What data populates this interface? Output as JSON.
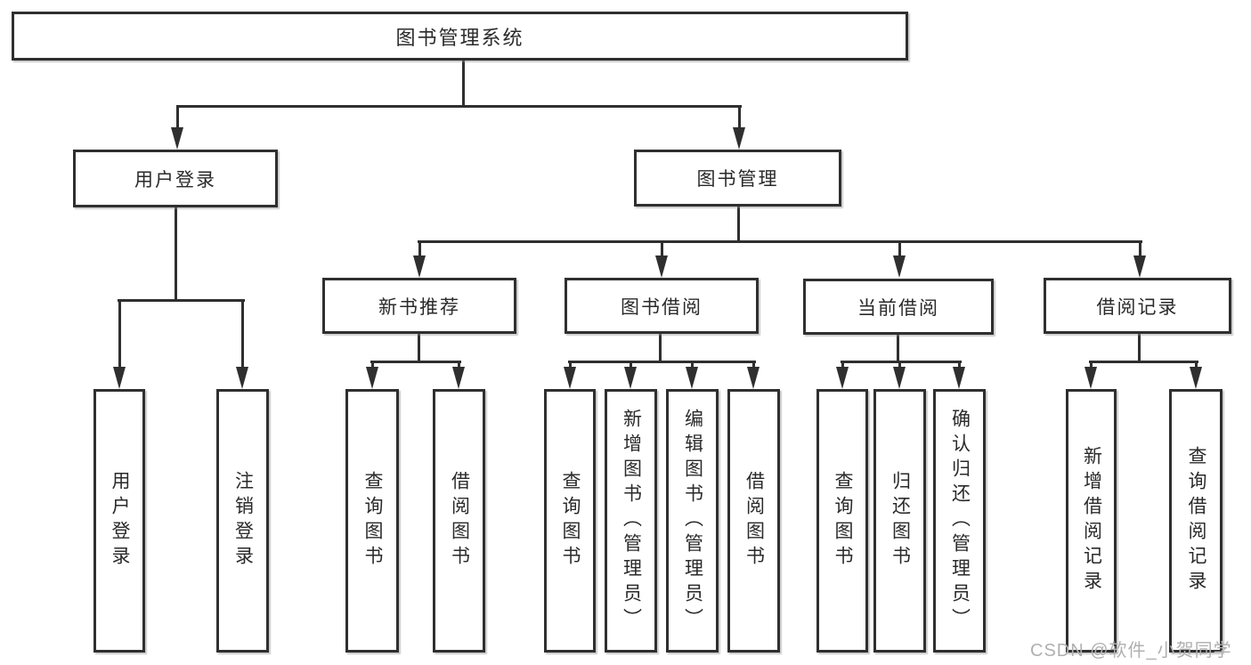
{
  "tree": {
    "root": {
      "label": "图书管理系统"
    },
    "branches": [
      {
        "label": "用户登录",
        "children": [
          {
            "label": "用户登录"
          },
          {
            "label": "注销登录"
          }
        ]
      },
      {
        "label": "图书管理",
        "children": [
          {
            "label": "新书推荐",
            "children": [
              {
                "label": "查询图书"
              },
              {
                "label": "借阅图书"
              }
            ]
          },
          {
            "label": "图书借阅",
            "children": [
              {
                "label": "查询图书"
              },
              {
                "label": "新增图书（管理员）"
              },
              {
                "label": "编辑图书（管理员）"
              },
              {
                "label": "借阅图书"
              }
            ]
          },
          {
            "label": "当前借阅",
            "children": [
              {
                "label": "查询图书"
              },
              {
                "label": "归还图书"
              },
              {
                "label": "确认归还（管理员）"
              }
            ]
          },
          {
            "label": "借阅记录",
            "children": [
              {
                "label": "新增借阅记录"
              },
              {
                "label": "查询借阅记录"
              }
            ]
          }
        ]
      }
    ]
  },
  "watermark": {
    "text": "CSDN @软件_小贺同学"
  },
  "colors": {
    "line": "#2f2f2f",
    "text": "#2a2a2a",
    "background": "#ffffff",
    "watermark": "#b0b0b0"
  }
}
